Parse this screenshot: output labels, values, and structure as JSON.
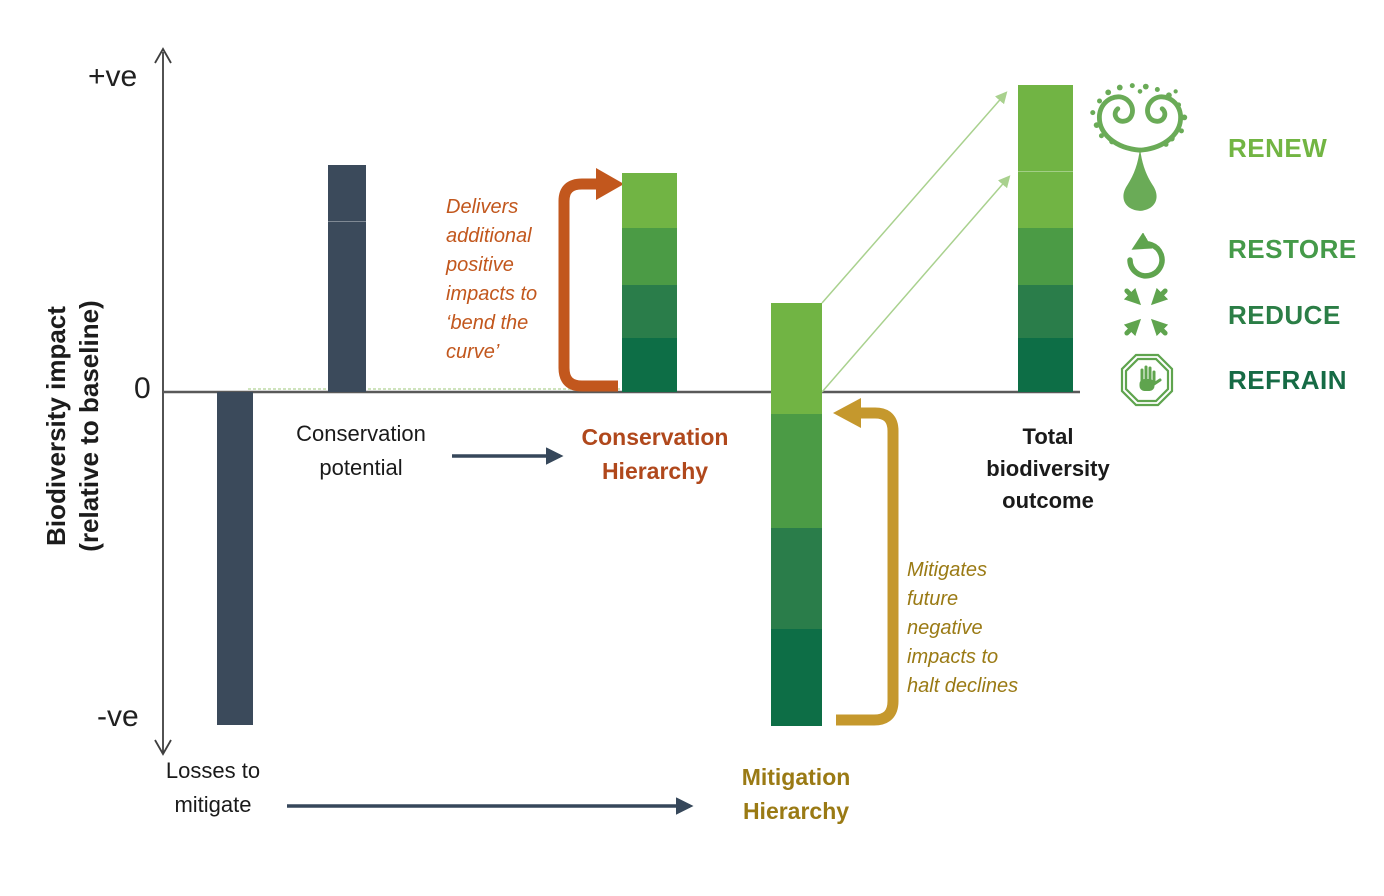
{
  "axis": {
    "positive": "+ve",
    "negative": "-ve",
    "zero": "0",
    "ylabel": "Biodiversity impact\n(relative to baseline)"
  },
  "labels": {
    "losses": "Losses to\nmitigate",
    "conservation_potential": "Conservation\npotential",
    "conservation_hierarchy": "Conservation\nHierarchy",
    "mitigation_hierarchy": "Mitigation\nHierarchy",
    "total_outcome": "Total\nbiodiversity\noutcome"
  },
  "annotations": {
    "delivers": "Delivers\nadditional\npositive\nimpacts to\n‘bend the\ncurve’",
    "mitigates": "Mitigates\nfuture\nnegative\nimpacts to\nhalt declines"
  },
  "legend": {
    "renew": "RENEW",
    "restore": "RESTORE",
    "reduce": "REDUCE",
    "refrain": "REFRAIN"
  },
  "colors": {
    "dark_navy": "#3b4a5b",
    "green_renew": "#71b444",
    "green_restore": "#4b9b45",
    "green_reduce": "#2a7d4a",
    "green_refrain": "#0d6e46",
    "orange_arrow": "#c2571d",
    "gold_arrow": "#c5982d",
    "conservation_hierarchy_label": "#b0481c",
    "mitigation_hierarchy_label": "#9a7a14",
    "light_green_guides": "#a9d18e",
    "legend_icon_green": "#5fa44e"
  },
  "chart_data": {
    "type": "bar",
    "title": "",
    "xlabel": "",
    "ylabel": "Biodiversity impact (relative to baseline)",
    "y_axis_ticks": [
      "+ve",
      "0",
      "-ve"
    ],
    "grid": false,
    "units_note": "qualitative; extents relative to baseline 0, losses depth = 1.0",
    "bars": [
      {
        "name": "Losses to mitigate",
        "color_key": "dark_navy",
        "extent": [
          -1.0,
          0
        ]
      },
      {
        "name": "Conservation potential",
        "color_key": "dark_navy",
        "extent": [
          0,
          0.68
        ]
      },
      {
        "name": "Conservation Hierarchy",
        "segments_bottom_to_top": [
          {
            "step": "REFRAIN",
            "extent": [
              0,
              0.16
            ]
          },
          {
            "step": "REDUCE",
            "extent": [
              0.16,
              0.32
            ]
          },
          {
            "step": "RESTORE",
            "extent": [
              0.32,
              0.49
            ]
          },
          {
            "step": "RENEW",
            "extent": [
              0.49,
              0.66
            ]
          }
        ]
      },
      {
        "name": "Mitigation Hierarchy",
        "segments_bottom_to_top": [
          {
            "step": "REFRAIN",
            "extent": [
              -1.0,
              -0.71
            ]
          },
          {
            "step": "REDUCE",
            "extent": [
              -0.71,
              -0.41
            ]
          },
          {
            "step": "RESTORE",
            "extent": [
              -0.41,
              -0.07
            ]
          },
          {
            "step": "RENEW",
            "extent": [
              -0.07,
              0.27
            ]
          }
        ]
      },
      {
        "name": "Total biodiversity outcome",
        "segments_bottom_to_top": [
          {
            "step": "REFRAIN",
            "extent": [
              0,
              0.16
            ]
          },
          {
            "step": "REDUCE",
            "extent": [
              0.16,
              0.32
            ]
          },
          {
            "step": "RESTORE",
            "extent": [
              0.32,
              0.49
            ]
          },
          {
            "step": "RENEW",
            "extent": [
              0.49,
              0.66
            ]
          },
          {
            "step": "RENEW (additional)",
            "extent": [
              0.66,
              0.92
            ]
          }
        ]
      }
    ]
  }
}
